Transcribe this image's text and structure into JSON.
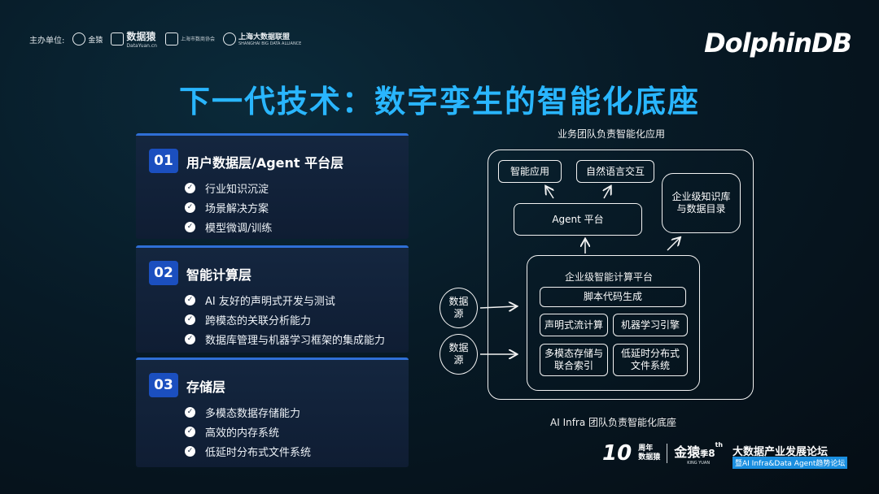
{
  "header": {
    "sponsor_label": "主办单位:",
    "sponsors": [
      {
        "name": "金猿",
        "icon": "jinyuan-logo-icon"
      },
      {
        "name": "数据猿",
        "sub": "DataYuan.cn",
        "icon": "datayuan-logo-icon"
      },
      {
        "name": "上海市数商协会",
        "icon": "shanghai-data-merchant-logo-icon"
      },
      {
        "name": "上海大数据联盟",
        "sub": "SHANGHAI BIG DATA ALLIANCE",
        "icon": "shanghai-bigdata-alliance-logo-icon"
      }
    ],
    "brand": "DolphinDB"
  },
  "title": "下一代技术：数字孪生的智能化底座",
  "panels": [
    {
      "num": "01",
      "title": "用户数据层/Agent 平台层",
      "items": [
        "行业知识沉淀",
        "场景解决方案",
        "模型微调/训练"
      ]
    },
    {
      "num": "02",
      "title": "智能计算层",
      "items": [
        "AI 友好的声明式开发与测试",
        "跨模态的关联分析能力",
        "数据库管理与机器学习框架的集成能力"
      ]
    },
    {
      "num": "03",
      "title": "存储层",
      "items": [
        "多模态数据存储能力",
        "高效的内存系统",
        "低延时分布式文件系统"
      ]
    }
  ],
  "diagram": {
    "top_caption": "业务团队负责智能化应用",
    "bottom_caption": "AI Infra 团队负责智能化底座",
    "app1": "智能应用",
    "app2": "自然语言交互",
    "agent": "Agent 平台",
    "kb_line1": "企业级知识库",
    "kb_line2": "与数据目录",
    "platform_title": "企业级智能计算平台",
    "script_gen": "脚本代码生成",
    "stream": "声明式流计算",
    "ml_engine": "机器学习引擎",
    "storage_line1": "多模态存储与",
    "storage_line2": "联合索引",
    "fs_line1": "低延时分布式",
    "fs_line2": "文件系统",
    "source_line1": "数据",
    "source_line2": "源"
  },
  "footer": {
    "anniv_num": "10",
    "anniv_line1": "周年",
    "anniv_line2": "数据猿",
    "season_name": "金猿",
    "season_suffix": "季",
    "season_num": "8",
    "season_sup": "th",
    "season_sub": "KING YUAN",
    "forum_title": "大数据产业发展论坛",
    "forum_sub": "暨AI Infra&Data Agent趋势论坛"
  }
}
